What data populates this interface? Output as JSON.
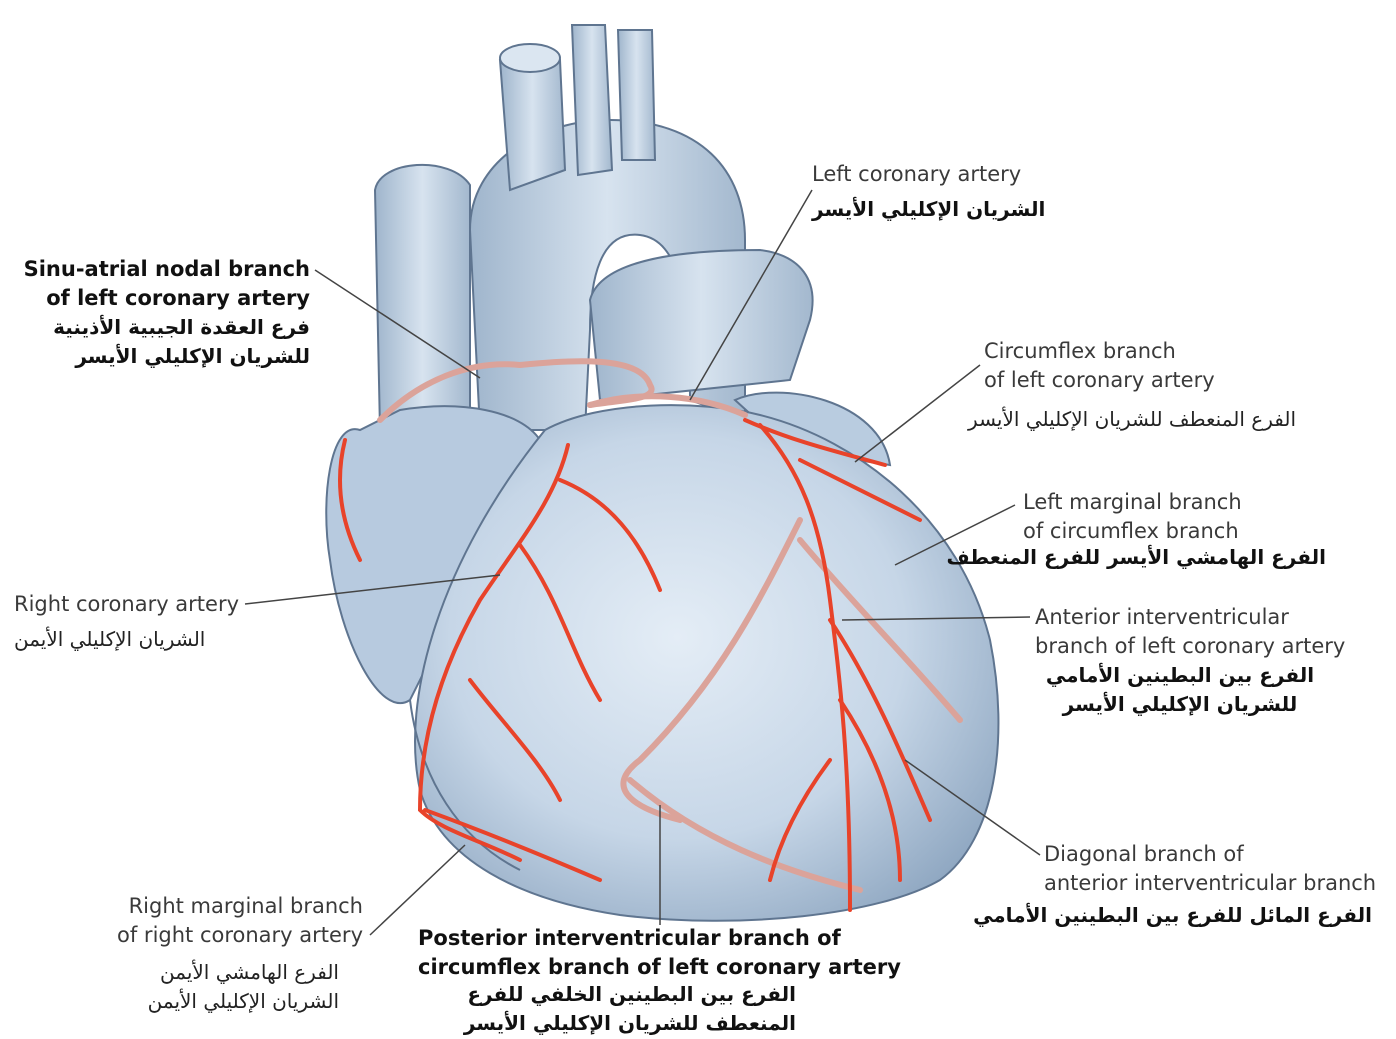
{
  "labels": {
    "left_coronary": {
      "en": [
        "Left coronary artery"
      ],
      "ar": [
        "الشريان الإكليلي الأيسر"
      ]
    },
    "sinu_atrial": {
      "en": [
        "Sinu-atrial nodal branch",
        "of left coronary artery"
      ],
      "ar": [
        "فرع العقدة الجيبية الأذينية",
        "للشريان الإكليلي الأيسر"
      ]
    },
    "circumflex": {
      "en": [
        "Circumflex branch",
        "of left coronary artery"
      ],
      "ar": [
        "الفرع المنعطف للشريان الإكليلي الأيسر"
      ]
    },
    "left_marginal": {
      "en": [
        "Left marginal branch",
        "of circumflex branch"
      ],
      "ar": [
        "الفرع الهامشي الأيسر للفرع المنعطف"
      ]
    },
    "right_coronary": {
      "en": [
        "Right coronary artery"
      ],
      "ar": [
        "الشريان الإكليلي الأيمن"
      ]
    },
    "anterior_interventricular": {
      "en": [
        "Anterior interventricular",
        "branch of left coronary artery"
      ],
      "ar": [
        "الفرع بين البطينين الأمامي",
        "للشريان الإكليلي الأيسر"
      ]
    },
    "diagonal": {
      "en": [
        "Diagonal branch of",
        "anterior interventricular branch"
      ],
      "ar": [
        "الفرع المائل للفرع بين البطينين الأمامي"
      ]
    },
    "right_marginal": {
      "en": [
        "Right marginal branch",
        "of right coronary artery"
      ],
      "ar": [
        "الفرع الهامشي الأيمن",
        "الشريان الإكليلي الأيمن"
      ]
    },
    "posterior_interventricular": {
      "en": [
        "Posterior interventricular branch of",
        "circumflex branch of left coronary artery"
      ],
      "ar": [
        "الفرع بين البطينين الخلفي للفرع",
        "المنعطف للشريان الإكليلي الأيسر"
      ]
    }
  },
  "colors": {
    "heart_fill": "#c9d8e8",
    "heart_shadow": "#8fa6bf",
    "artery": "#e8432a",
    "artery_faded": "#dba39a",
    "leader": "#444444"
  }
}
